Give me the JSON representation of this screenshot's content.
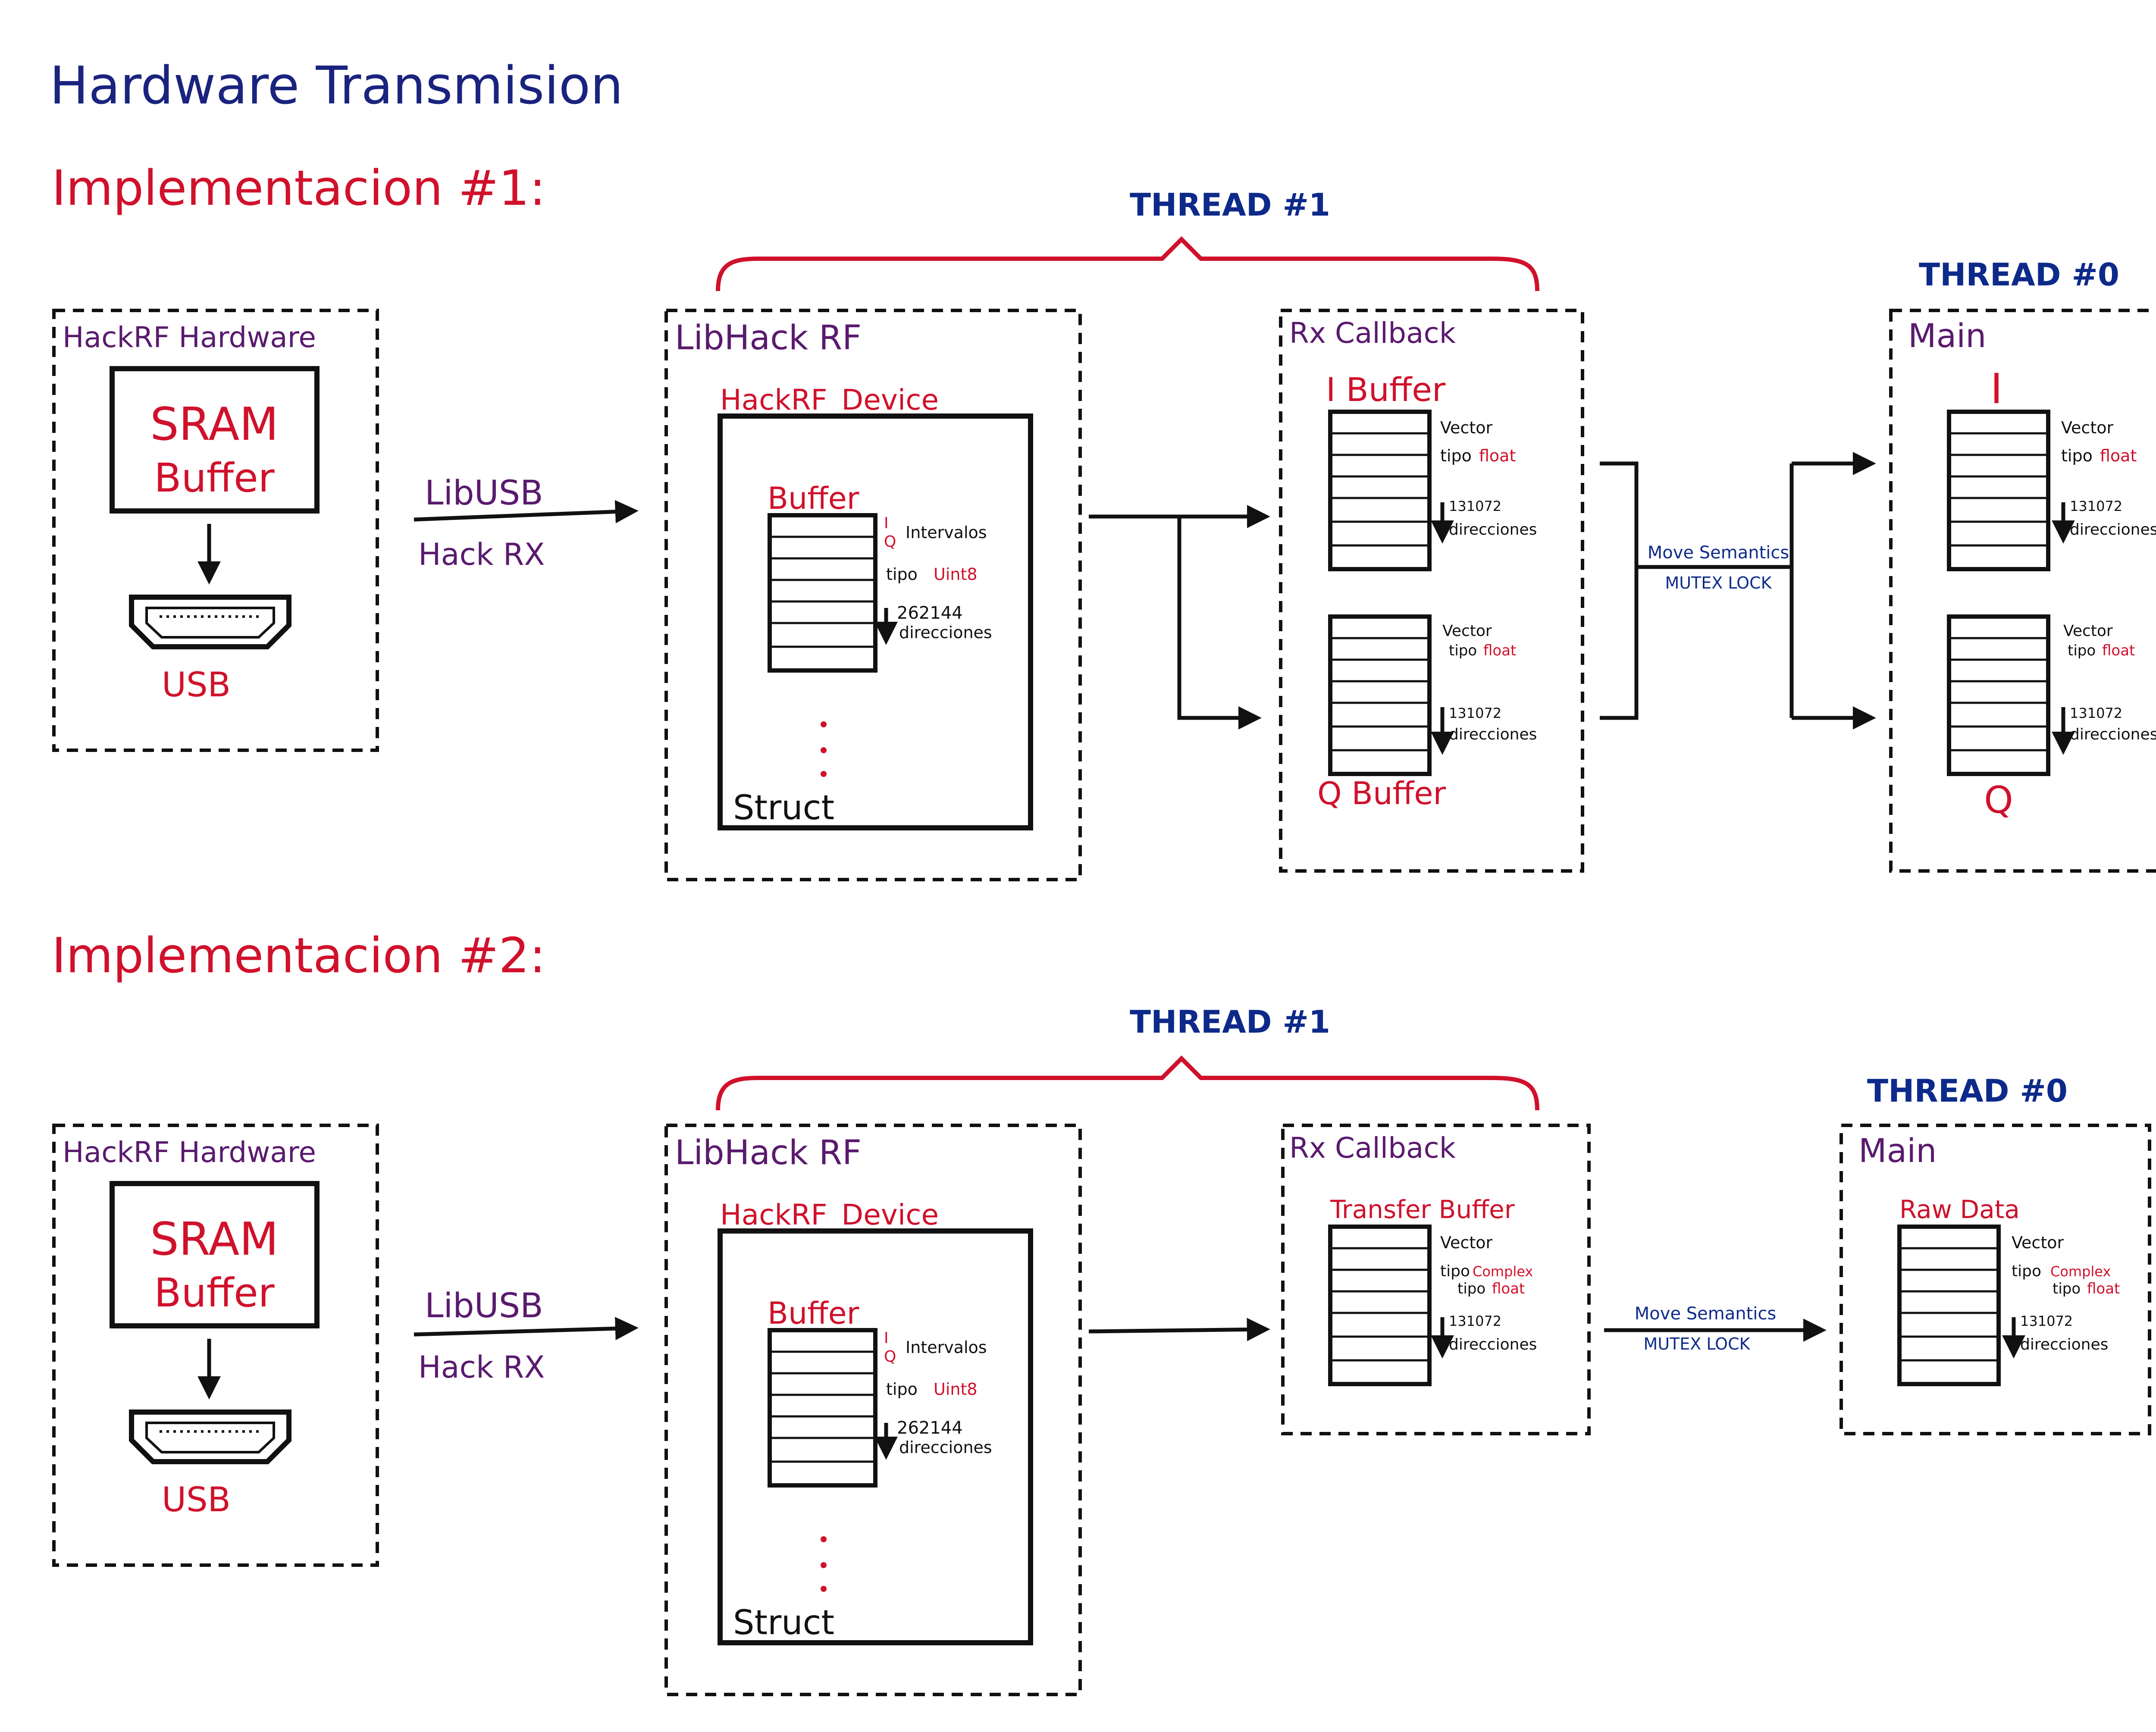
{
  "title": "Hardware Transmision",
  "colors": {
    "blue": "#1a237e",
    "red": "#d0112b",
    "purple": "#5a1a6e",
    "navy": "#0d2a8a",
    "black": "#111111"
  },
  "impl1": {
    "heading": "Implementacion #1:",
    "thread1": "THREAD #1",
    "thread0": "THREAD #0",
    "hardware": {
      "title": "HackRF Hardware",
      "sram_line1": "SRAM",
      "sram_line2": "Buffer",
      "usb": "USB",
      "usb_icon": "usb-port-icon"
    },
    "link": {
      "top": "LibUSB",
      "bottom": "Hack RX"
    },
    "lib": {
      "title": "LibHack RF",
      "device": "HackRF_Device",
      "buffer": "Buffer",
      "iq_i": "I",
      "iq_q": "Q",
      "intervals": "Intervalos",
      "tipo": "tipo",
      "type_value": "Uint8",
      "count": "262144",
      "addresses": "direcciones",
      "struct": "Struct"
    },
    "callback": {
      "title": "Rx Callback",
      "i_buffer": "I Buffer",
      "q_buffer": "Q Buffer",
      "vector": "Vector",
      "tipo": "tipo",
      "type_value": "float",
      "count": "131072",
      "addresses": "direcciones"
    },
    "move": {
      "line1": "Move Semantics",
      "line2": "MUTEX LOCK"
    },
    "main": {
      "title": "Main",
      "i_label": "I",
      "q_label": "Q",
      "vector": "Vector",
      "tipo": "tipo",
      "type_value": "float",
      "count": "131072",
      "addresses": "direcciones"
    }
  },
  "impl2": {
    "heading": "Implementacion #2:",
    "thread1": "THREAD #1",
    "thread0": "THREAD #0",
    "hardware": {
      "title": "HackRF Hardware",
      "sram_line1": "SRAM",
      "sram_line2": "Buffer",
      "usb": "USB",
      "usb_icon": "usb-port-icon"
    },
    "link": {
      "top": "LibUSB",
      "bottom": "Hack RX"
    },
    "lib": {
      "title": "LibHack RF",
      "device": "HackRF_Device",
      "buffer": "Buffer",
      "iq_i": "I",
      "iq_q": "Q",
      "intervals": "Intervalos",
      "tipo": "tipo",
      "type_value": "Uint8",
      "count": "262144",
      "addresses": "direcciones",
      "struct": "Struct"
    },
    "callback": {
      "title": "Rx Callback",
      "transfer_buffer": "Transfer Buffer",
      "vector": "Vector",
      "tipo1": "tipo",
      "type_value1": "Complex",
      "tipo2": "tipo",
      "type_value2": "float",
      "count": "131072",
      "addresses": "direcciones"
    },
    "move": {
      "line1": "Move Semantics",
      "line2": "MUTEX LOCK"
    },
    "main": {
      "title": "Main",
      "raw_data": "Raw Data",
      "vector": "Vector",
      "tipo1": "tipo",
      "type_value1": "Complex",
      "tipo2": "tipo",
      "type_value2": "float",
      "count": "131072",
      "addresses": "direcciones"
    }
  }
}
